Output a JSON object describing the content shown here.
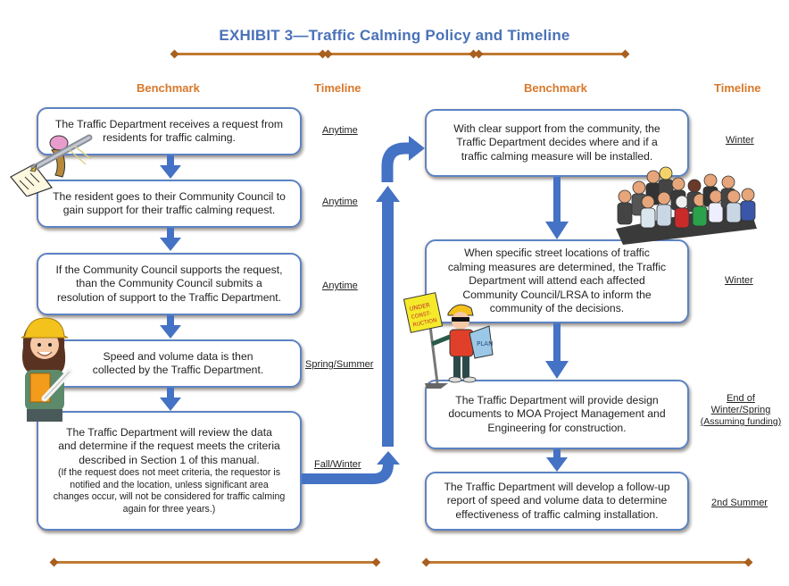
{
  "title": "EXHIBIT 3—Traffic Calming Policy and Timeline",
  "colors": {
    "title": "#4a72b8",
    "header": "#d9782a",
    "arrow": "#4472c4",
    "rule": "#c07a33",
    "box_border": "#5b83c4"
  },
  "left_column": {
    "benchmark_header": "Benchmark",
    "timeline_header": "Timeline",
    "steps": [
      {
        "text": "The Traffic Department receives a request from residents for traffic calming.",
        "timeline": "Anytime"
      },
      {
        "text": "The resident goes to their Community Council to gain support for their traffic calming request.",
        "timeline": "Anytime"
      },
      {
        "text": "If the Community Council supports the request, than the Community Council submits a resolution of support to the Traffic Department.",
        "timeline": "Anytime"
      },
      {
        "text": "Speed and volume data is then collected by the Traffic Department.",
        "timeline": "Spring/Summer"
      },
      {
        "text": "The Traffic Department will review the data and determine if the request meets the criteria described in Section 1 of this manual.",
        "note": "(If the request does not meet criteria, the requestor is notified and the location, unless significant area changes occur, will not be considered for traffic calming again for three years.)",
        "timeline": "Fall/Winter"
      }
    ]
  },
  "right_column": {
    "benchmark_header": "Benchmark",
    "timeline_header": "Timeline",
    "steps": [
      {
        "text": "With clear support from the community, the Traffic Department decides where and if a traffic calming measure will be installed.",
        "timeline": "Winter"
      },
      {
        "text": "When specific street locations of traffic calming measures are determined, the Traffic Department will attend each affected Community Council/LRSA to inform the community of the decisions.",
        "timeline": "Winter"
      },
      {
        "text": "The Traffic Department will provide design documents to MOA Project Management and Engineering for construction.",
        "timeline_lines": [
          "End of",
          "Winter/Spring",
          "(Assuming funding)"
        ]
      },
      {
        "text": "The Traffic Department will develop a follow-up report of speed and volume data to determine effectiveness of traffic calming installation.",
        "timeline": "2nd Summer"
      }
    ]
  },
  "illustrations": {
    "writing_pen": "pen-writing-clipart-icon",
    "engineer_woman": "female-engineer-clipart-icon",
    "crowd": "community-crowd-clipart-icon",
    "construction_worker": "construction-worker-clipart-icon",
    "sign_text": "UNDER CONST-RUCTION",
    "plan_text": "THE PLAN"
  }
}
